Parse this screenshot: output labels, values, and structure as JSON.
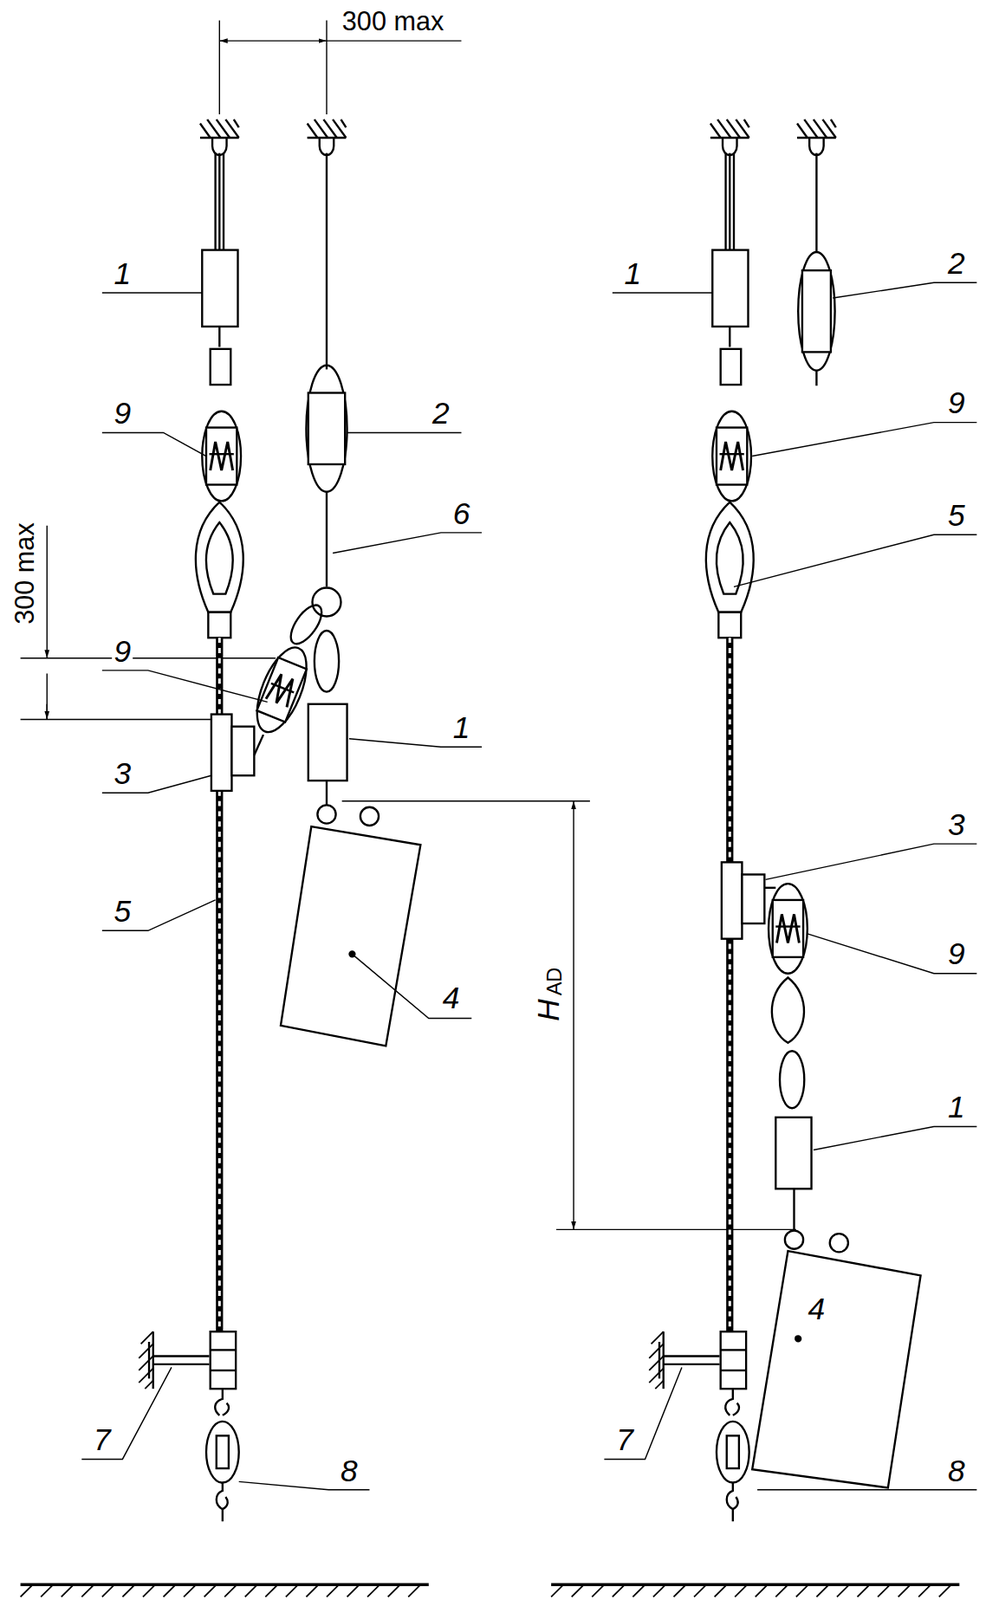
{
  "diagram": {
    "labels": [
      "300 max",
      "1",
      "9",
      "2",
      "6",
      "300 max",
      "9",
      "3",
      "1",
      "5",
      "4",
      "H",
      "AD",
      "7",
      "8",
      "1",
      "2",
      "9",
      "5",
      "3",
      "9",
      "1",
      "4",
      "7",
      "8"
    ]
  }
}
